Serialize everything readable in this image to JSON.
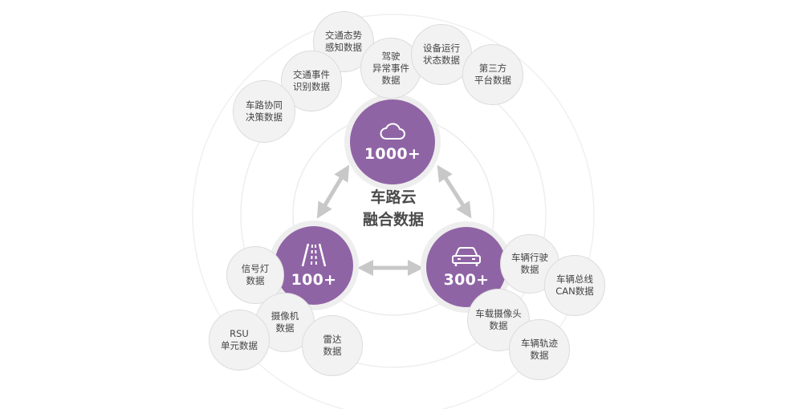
{
  "center": {
    "line1": "车路云",
    "line2": "融合数据"
  },
  "hubs": {
    "cloud": {
      "value": "1000+",
      "icon": "cloud-icon"
    },
    "road": {
      "value": "100+",
      "icon": "road-lanes-icon"
    },
    "car": {
      "value": "300+",
      "icon": "car-icon"
    }
  },
  "bubbles": {
    "traffic_situation": [
      "交通态势",
      "感知数据"
    ],
    "traffic_event": [
      "交通事件",
      "识别数据"
    ],
    "coordination": [
      "车路协同",
      "决策数据"
    ],
    "abnormal_driving": [
      "驾驶",
      "异常事件",
      "数据"
    ],
    "device_status": [
      "设备运行",
      "状态数据"
    ],
    "third_party": [
      "第三方",
      "平台数据"
    ],
    "signal_light": [
      "信号灯",
      "数据"
    ],
    "camera": [
      "摄像机",
      "数据"
    ],
    "rsu": [
      "RSU",
      "单元数据"
    ],
    "radar": [
      "雷达",
      "数据"
    ],
    "vehicle_driving": [
      "车辆行驶",
      "数据"
    ],
    "vehicle_can": [
      "车辆总线",
      "CAN数据"
    ],
    "onboard_camera": [
      "车载摄像头",
      "数据"
    ],
    "vehicle_track": [
      "车辆轨迹",
      "数据"
    ]
  },
  "colors": {
    "hub": "#8f64a5",
    "bubble": "#f2f2f2",
    "arrow": "#c8c8c8",
    "ring": "#eeeeee"
  }
}
